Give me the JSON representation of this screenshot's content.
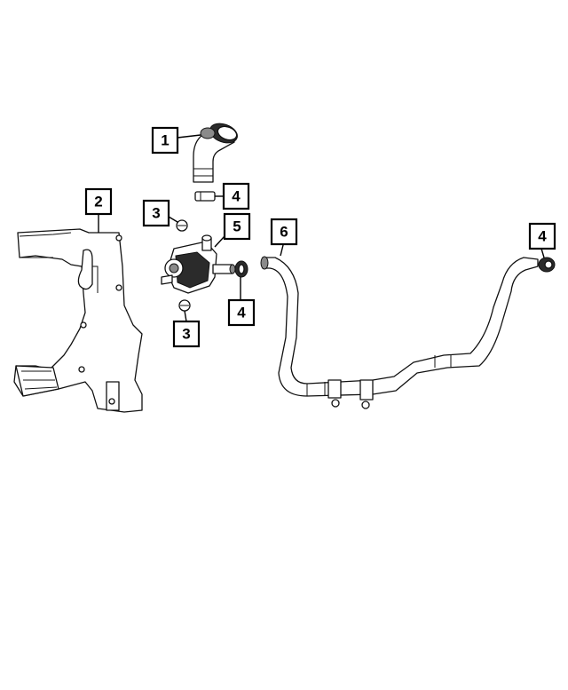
{
  "diagram": {
    "callouts": [
      {
        "id": "c1",
        "label": "1"
      },
      {
        "id": "c2",
        "label": "2"
      },
      {
        "id": "c3a",
        "label": "3"
      },
      {
        "id": "c3b",
        "label": "3"
      },
      {
        "id": "c4a",
        "label": "4"
      },
      {
        "id": "c4b",
        "label": "4"
      },
      {
        "id": "c4c",
        "label": "4"
      },
      {
        "id": "c5",
        "label": "5"
      },
      {
        "id": "c6",
        "label": "6"
      }
    ]
  }
}
